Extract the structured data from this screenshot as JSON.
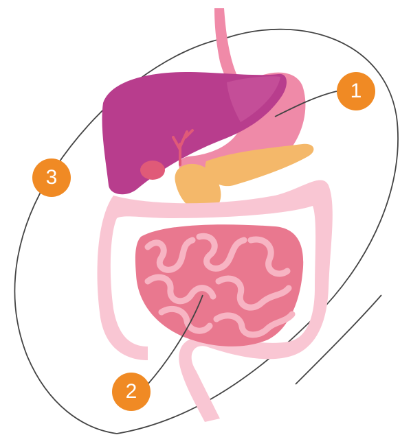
{
  "markers": [
    {
      "id": "1",
      "label": "1"
    },
    {
      "id": "2",
      "label": "2"
    },
    {
      "id": "3",
      "label": "3"
    }
  ],
  "colors": {
    "marker": "#f08a24",
    "liver": "#b83d8d",
    "stomach": "#ef8aa8",
    "esophagus": "#f08aa8",
    "pancreas": "#f4b86a",
    "gallbladder": "#e05a78",
    "small_intestine": "#e9788f",
    "small_intestine_fold": "#f7b4c3",
    "large_intestine": "#f9c6d3",
    "outline": "#444444"
  }
}
